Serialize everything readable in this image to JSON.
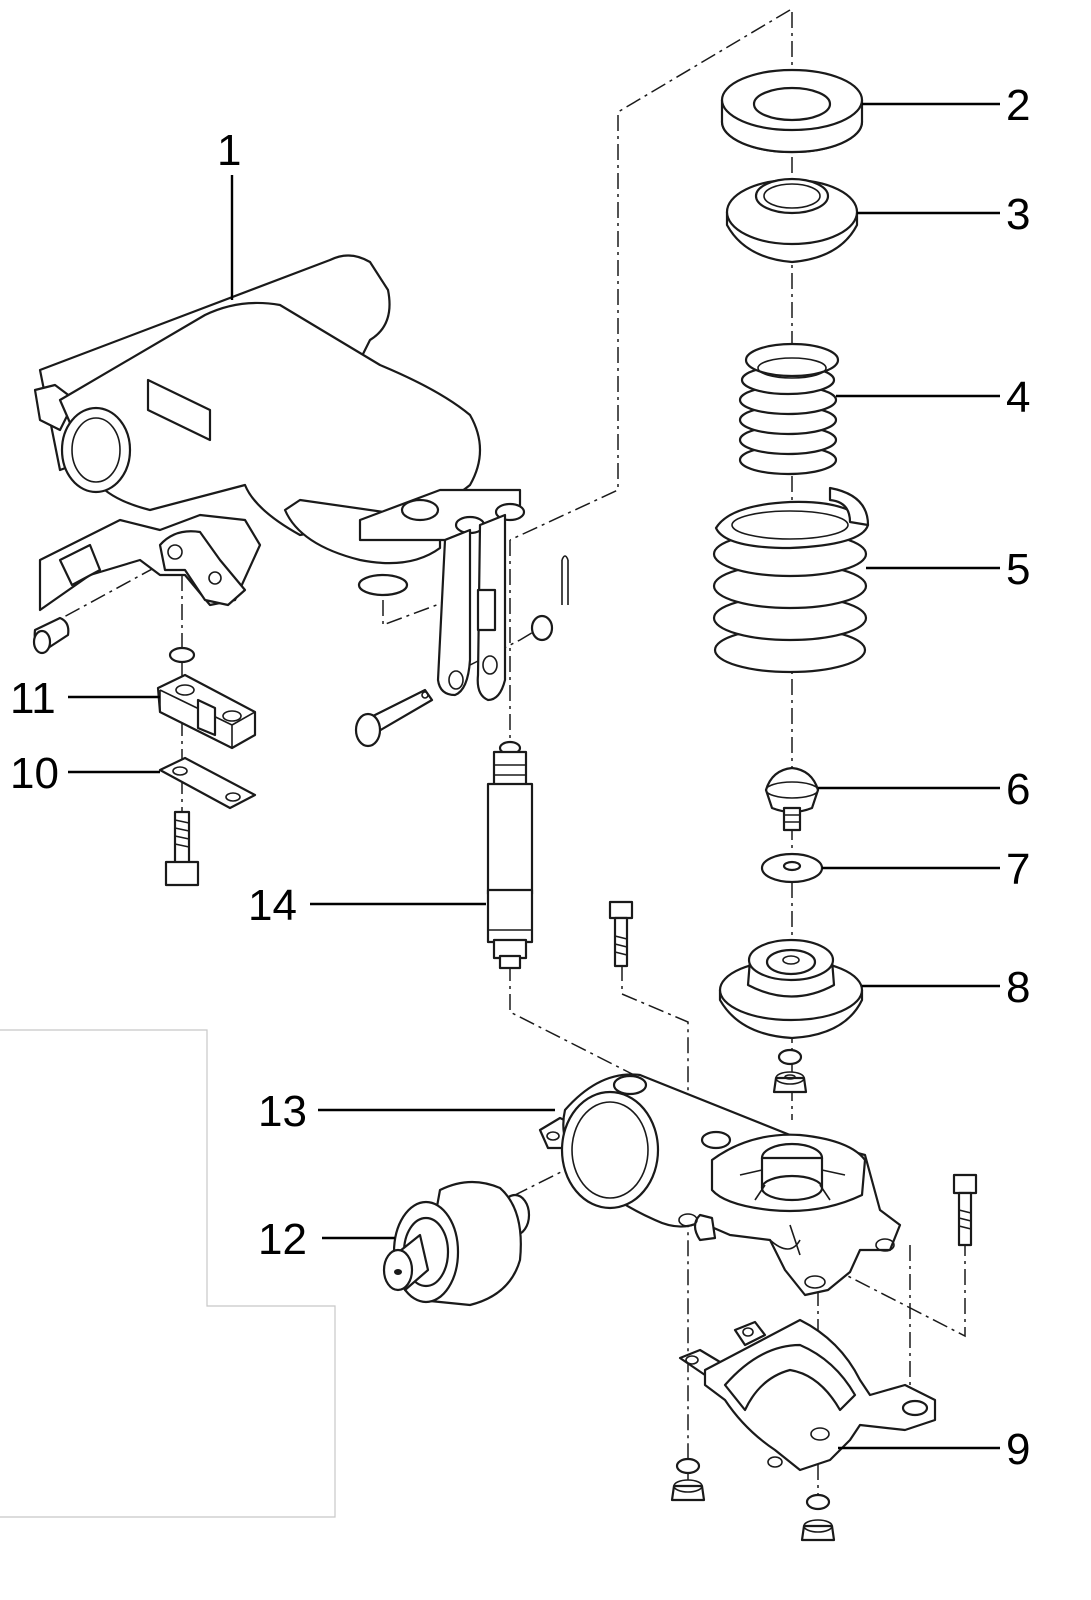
{
  "callouts": {
    "c1": "1",
    "c2": "2",
    "c3": "3",
    "c4": "4",
    "c5": "5",
    "c6": "6",
    "c7": "7",
    "c8": "8",
    "c9": "9",
    "c10": "10",
    "c11": "11",
    "c12": "12",
    "c13": "13",
    "c14": "14"
  },
  "colors": {
    "line": "#1a1a1a",
    "background": "#ffffff",
    "frame": "#c8c8c8"
  }
}
